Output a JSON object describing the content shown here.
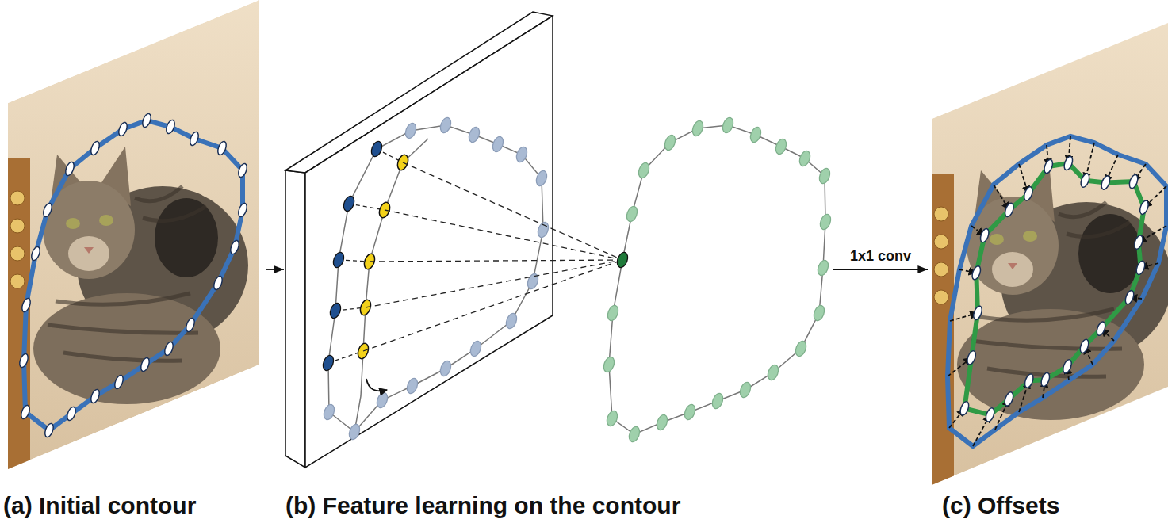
{
  "diagram": {
    "nodes": [
      {
        "text": [
          "(a) Initial contour"
        ]
      },
      {
        "text": [
          "(b) Feature learning on the contour"
        ]
      },
      {
        "text": [
          "(c) Offsets"
        ]
      }
    ],
    "edges": [
      {
        "from": 0,
        "to": 1,
        "arrow": "to"
      },
      {
        "from": 1,
        "to": 2,
        "arrow": "to",
        "label": "1x1 conv"
      }
    ]
  }
}
